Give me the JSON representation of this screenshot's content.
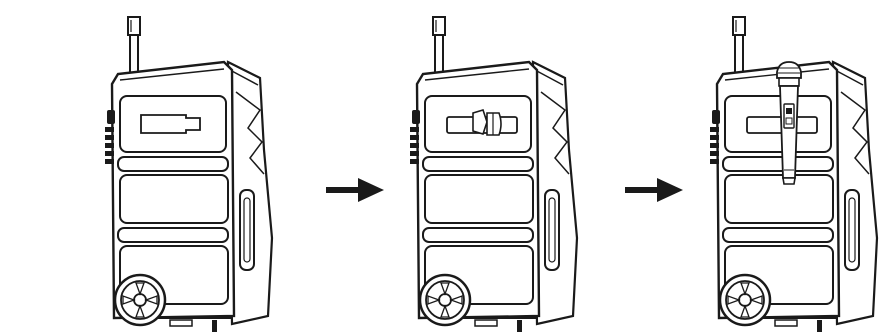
{
  "diagram": {
    "steps": [
      {
        "id": "step-1",
        "state": "slot-empty",
        "icon": "speaker-icon"
      },
      {
        "id": "step-2",
        "state": "clip-inserted",
        "icon": "speaker-icon"
      },
      {
        "id": "step-3",
        "state": "microphone-mounted",
        "icon": "speaker-icon"
      }
    ],
    "connectors": [
      {
        "from": "step-1",
        "to": "step-2",
        "icon": "arrow-right-icon"
      },
      {
        "from": "step-2",
        "to": "step-3",
        "icon": "arrow-right-icon"
      }
    ],
    "colors": {
      "line": "#1a1a1a",
      "fill": "#ffffff"
    }
  }
}
